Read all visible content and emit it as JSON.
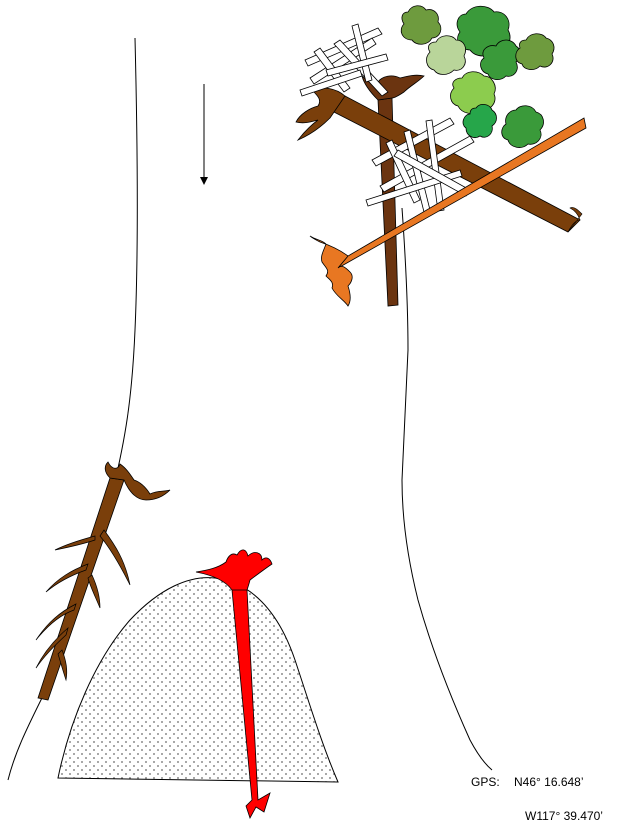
{
  "gps": {
    "label": "GPS:",
    "latitude": "N46° 16.648’",
    "longitude": "W117° 39.470’"
  },
  "colors": {
    "log_brown": "#7a3f0b",
    "log_dark_brown": "#6b3410",
    "log_orange": "#e87722",
    "log_red": "#ff0000",
    "mound_fill": "#f2f2f2",
    "canopy_green_dark": "#3a9a3a",
    "canopy_green_olive": "#6e9b3e",
    "canopy_green_pale": "#b9d59a",
    "canopy_green_lime": "#8ccc4e",
    "canopy_green_teal": "#26a64a"
  },
  "icons": {
    "flow_arrow": "down-arrow-icon"
  }
}
